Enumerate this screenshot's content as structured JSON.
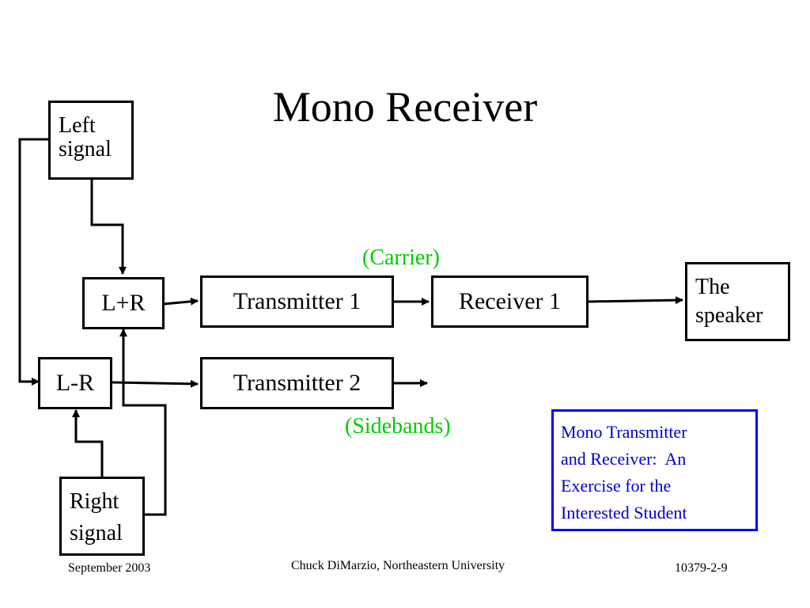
{
  "slide": {
    "title": "Mono Receiver",
    "blocks": {
      "left_signal": [
        "Left",
        "signal"
      ],
      "right_signal": [
        "Right",
        "signal"
      ],
      "sum": "L+R",
      "difference": "L-R",
      "transmitter1": "Transmitter 1",
      "transmitter2": "Transmitter 2",
      "receiver1": "Receiver 1",
      "speaker": [
        "The",
        "speaker"
      ]
    },
    "labels": {
      "carrier": "(Carrier)",
      "sidebands": "(Sidebands)"
    },
    "note": [
      "Mono Transmitter",
      "and Receiver:  An",
      "Exercise for the",
      "Interested Student"
    ],
    "footer": {
      "date": "September 2003",
      "author": "Chuck DiMarzio, Northeastern University",
      "page": "10379-2-9"
    }
  },
  "colors": {
    "label_green": "#00cc00",
    "note_border": "#0000ff",
    "note_text": "#0000cc"
  }
}
